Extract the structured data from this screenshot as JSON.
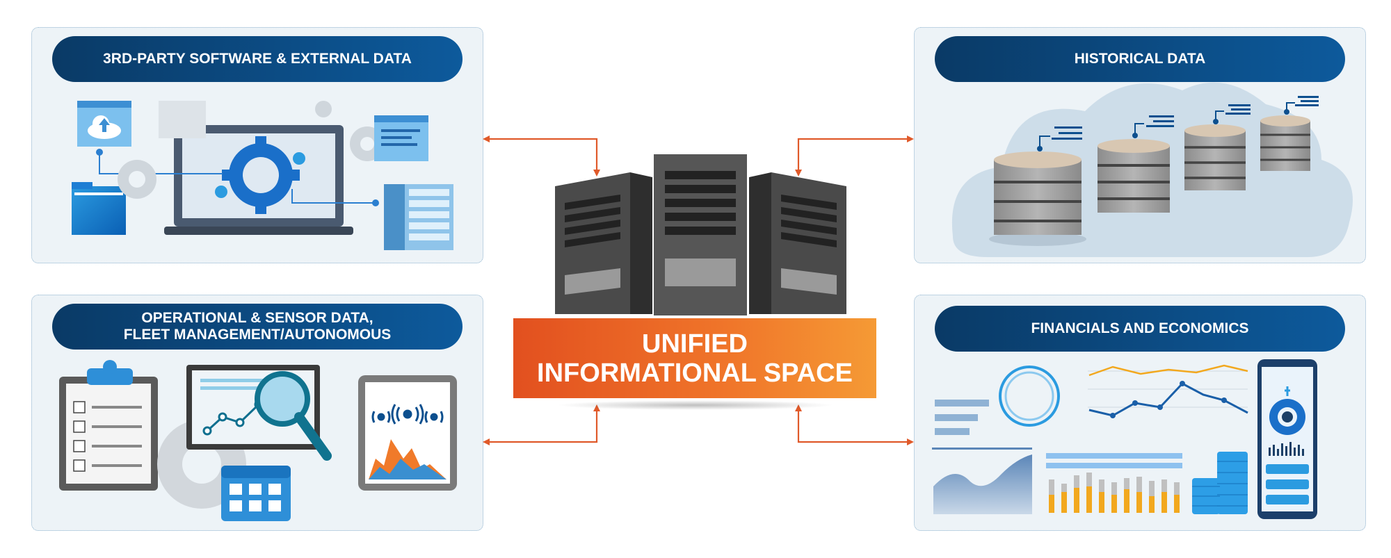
{
  "panels": {
    "top_left_title": "3RD-PARTY SOFTWARE & EXTERNAL DATA",
    "top_right_title": "HISTORICAL DATA",
    "bottom_left_title_line1": "OPERATIONAL & SENSOR DATA,",
    "bottom_left_title_line2": "FLEET MANAGEMENT/AUTONOMOUS",
    "bottom_right_title": "FINANCIALS AND ECONOMICS"
  },
  "center": {
    "line1": "UNIFIED",
    "line2": "INFORMATIONAL SPACE"
  },
  "colors": {
    "pill": "#0a3a66",
    "accent_orange": "#e8561f",
    "connector": "#e05a2a",
    "panel_bg": "#edf3f7"
  },
  "icons": [
    "laptop-gear-icon",
    "cloud-upload-icon",
    "folder-icon",
    "server-rack-icon",
    "database-icon",
    "server-tower-icon",
    "clipboard-icon",
    "magnifier-chart-icon",
    "calendar-icon",
    "tablet-signal-icon",
    "phone-wallet-icon",
    "coin-stack-icon"
  ]
}
